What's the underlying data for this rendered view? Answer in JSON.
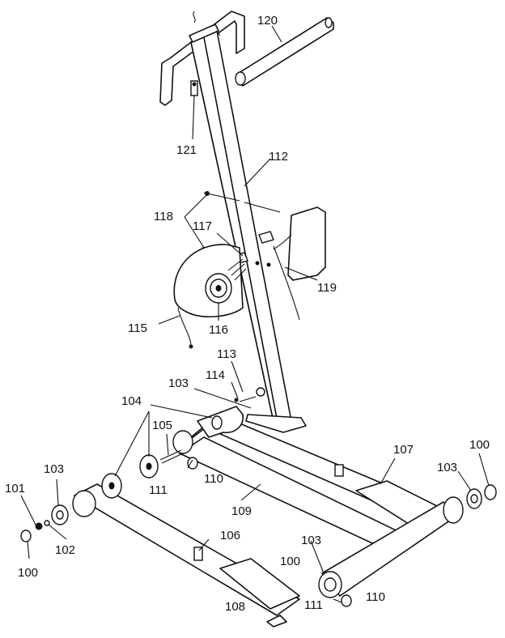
{
  "diagram": {
    "labels": {
      "l120": "120",
      "l121": "121",
      "l112": "112",
      "l118": "118",
      "l117": "117",
      "l119": "119",
      "l115": "115",
      "l116": "116",
      "l113": "113",
      "l114": "114",
      "l103a": "103",
      "l104": "104",
      "l105": "105",
      "l107": "107",
      "l100a": "100",
      "l103b": "103",
      "l101": "101",
      "l103c": "103",
      "l102": "102",
      "l100b": "100",
      "l111a": "111",
      "l110a": "110",
      "l109": "109",
      "l106": "106",
      "l103d": "103",
      "l100c": "100",
      "l111b": "111",
      "l110b": "110",
      "l108": "108"
    }
  }
}
